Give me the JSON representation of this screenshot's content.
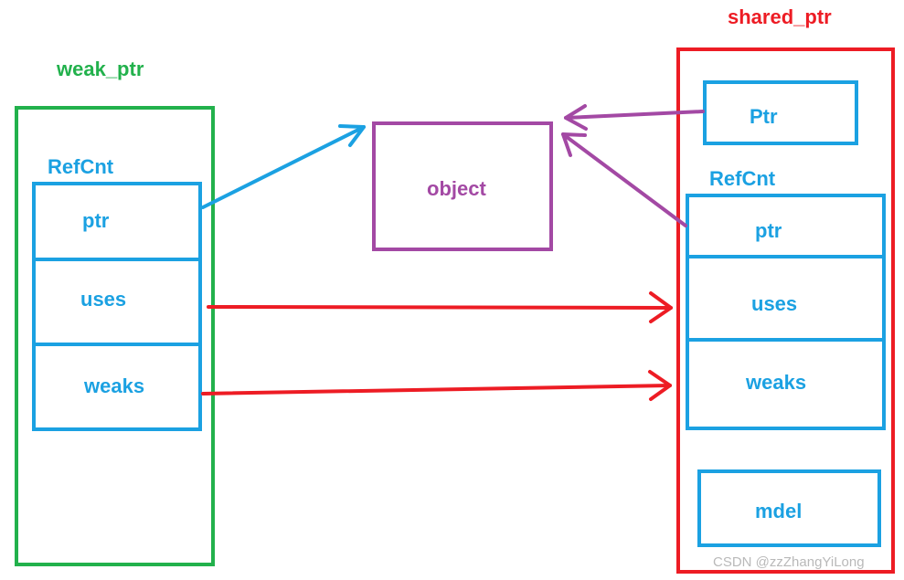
{
  "colors": {
    "green": "#22b14c",
    "red": "#ed1c24",
    "blue": "#1ba1e2",
    "purple": "#a349a4",
    "watermark": "#b9b9b9"
  },
  "weak_ptr": {
    "title": "weak_ptr",
    "refcnt_label": "RefCnt",
    "fields": [
      "ptr",
      "uses",
      "weaks"
    ]
  },
  "object": {
    "label": "object"
  },
  "shared_ptr": {
    "title": "shared_ptr",
    "ptr_label": "Ptr",
    "refcnt_label": "RefCnt",
    "fields": [
      "ptr",
      "uses",
      "weaks"
    ],
    "extra_label": "mdel"
  },
  "watermark": "CSDN @zzZhangYiLong"
}
